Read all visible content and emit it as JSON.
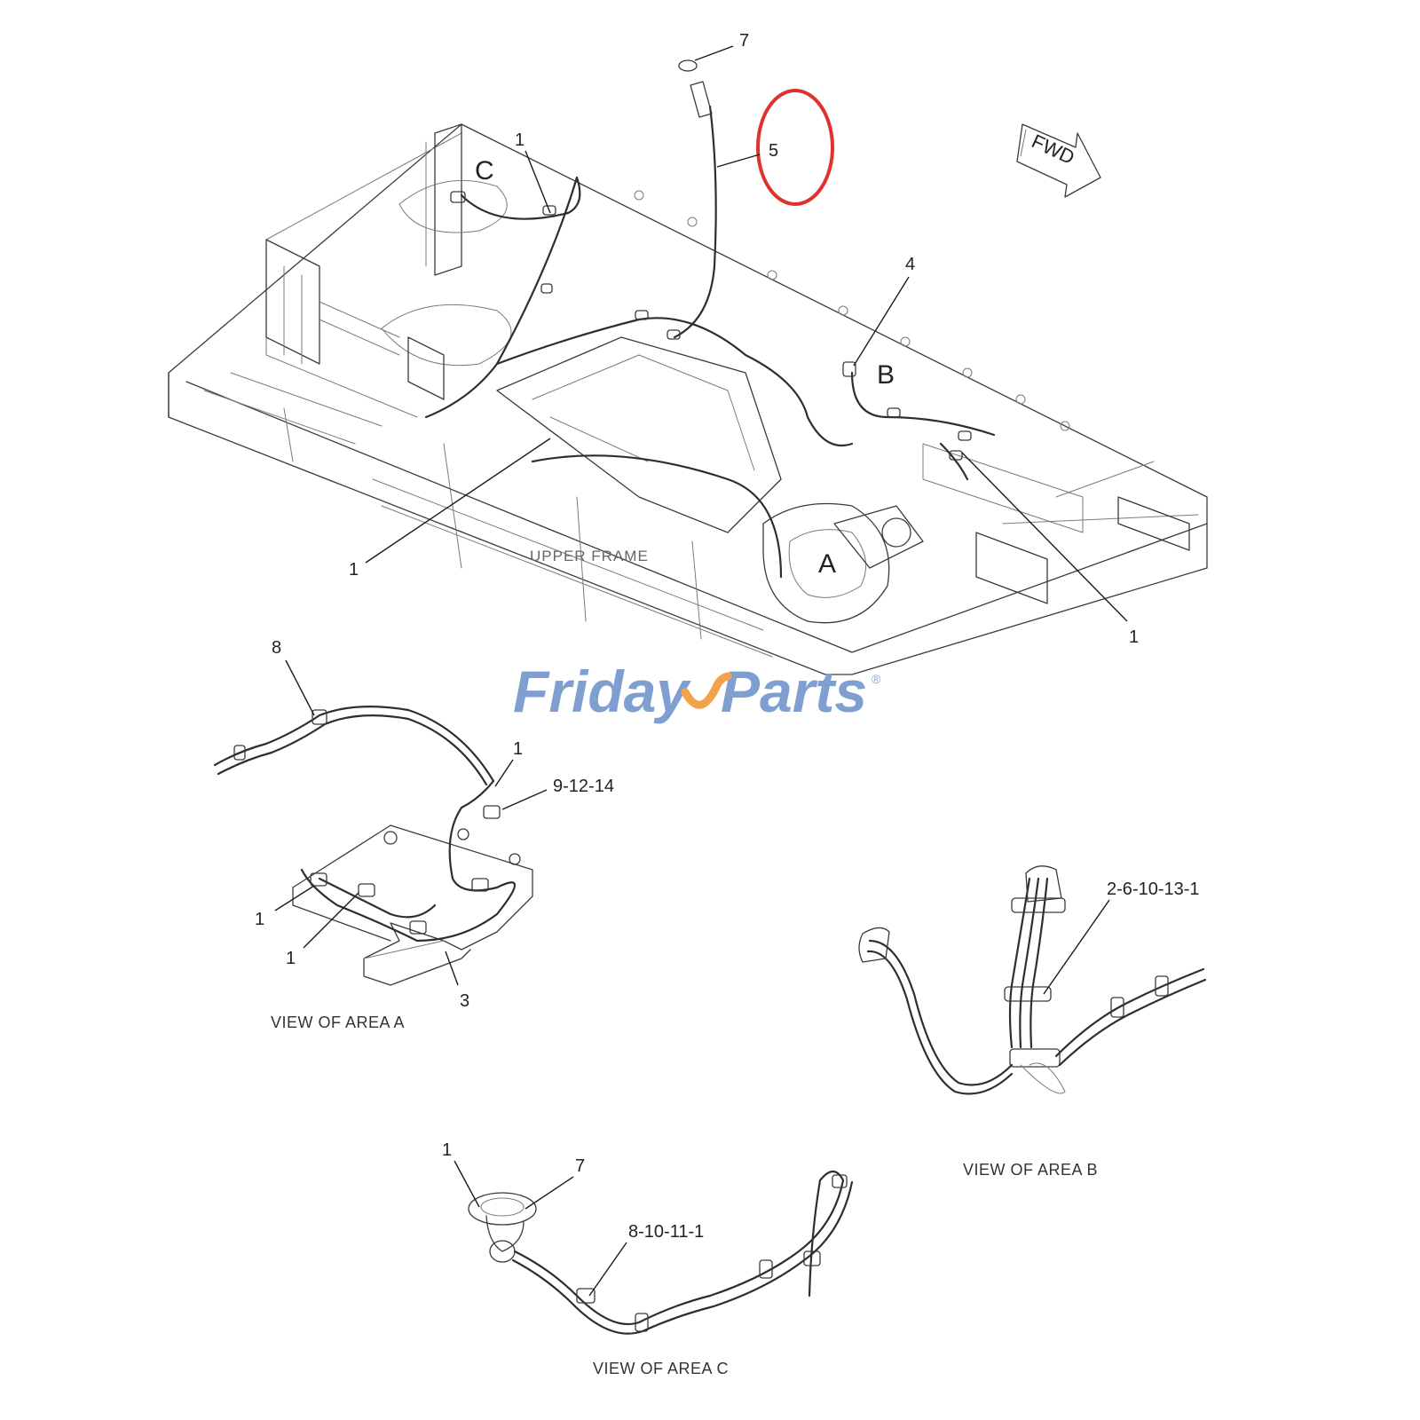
{
  "diagram": {
    "fwd_label": "FWD",
    "upper_frame_label": "UPPER FRAME",
    "area_letters": {
      "a": "A",
      "b": "B",
      "c": "C"
    },
    "callouts": {
      "main_7": "7",
      "main_5": "5",
      "main_1_top": "1",
      "main_4": "4",
      "main_1_left": "1",
      "main_1_right": "1",
      "a_8": "8",
      "a_1_top": "1",
      "a_9_12_14": "9-12-14",
      "a_1_left": "1",
      "a_1_bottom": "1",
      "a_3": "3",
      "b_2_6_10_13_1": "2-6-10-13-1",
      "c_1": "1",
      "c_7": "7",
      "c_8_10_11_1": "8-10-11-1"
    },
    "captions": {
      "view_a": "VIEW OF AREA A",
      "view_b": "VIEW OF AREA B",
      "view_c": "VIEW OF AREA C"
    },
    "highlight_color": "#e0322c"
  },
  "watermark": {
    "part1": "Friday",
    "part2": "Parts",
    "registered": "®",
    "color_primary": "#7f9fd0",
    "color_accent": "#f2a24a"
  }
}
